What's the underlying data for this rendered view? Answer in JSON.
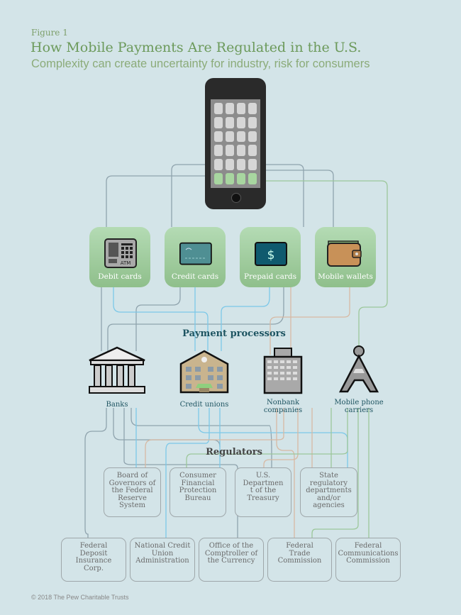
{
  "header": {
    "figure": "Figure 1",
    "title": "How Mobile Payments Are Regulated in the U.S.",
    "subtitle": "Complexity can create uncertainty for industry, risk for consumers"
  },
  "payment_methods": [
    {
      "label": "Debit cards",
      "icon": "atm-icon",
      "icon_text": "ATM"
    },
    {
      "label": "Credit cards",
      "icon": "credit-card-icon"
    },
    {
      "label": "Prepaid cards",
      "icon": "prepaid-card-icon",
      "icon_text": "$"
    },
    {
      "label": "Mobile wallets",
      "icon": "wallet-icon"
    }
  ],
  "processors_label": "Payment processors",
  "entities": [
    {
      "label": "Banks",
      "icon": "bank-icon"
    },
    {
      "label": "Credit unions",
      "icon": "credit-union-icon"
    },
    {
      "label": "Nonbank companies",
      "icon": "office-building-icon"
    },
    {
      "label": "Mobile phone carriers",
      "icon": "cell-tower-icon"
    }
  ],
  "regulators_label": "Regulators",
  "regulators_row1": [
    "Board of Governors of the Federal Reserve System",
    "Consumer Financial Protection Bureau",
    "U.S. Departmen t of the Treasury",
    "State regulatory departments and/or agencies"
  ],
  "regulators_row2": [
    "Federal Deposit Insurance Corp.",
    "National Credit Union Administration",
    "Office of the Comptroller of the Currency",
    "Federal Trade Commission",
    "Federal Communications Commission"
  ],
  "footer": "© 2018 The Pew Charitable Trusts",
  "colors": {
    "background": "#d3e4e8",
    "grey_line": "#8fa3ad",
    "blue_line": "#7cc8e8",
    "tan_line": "#d7b9a3",
    "green_line": "#9cc79a"
  }
}
